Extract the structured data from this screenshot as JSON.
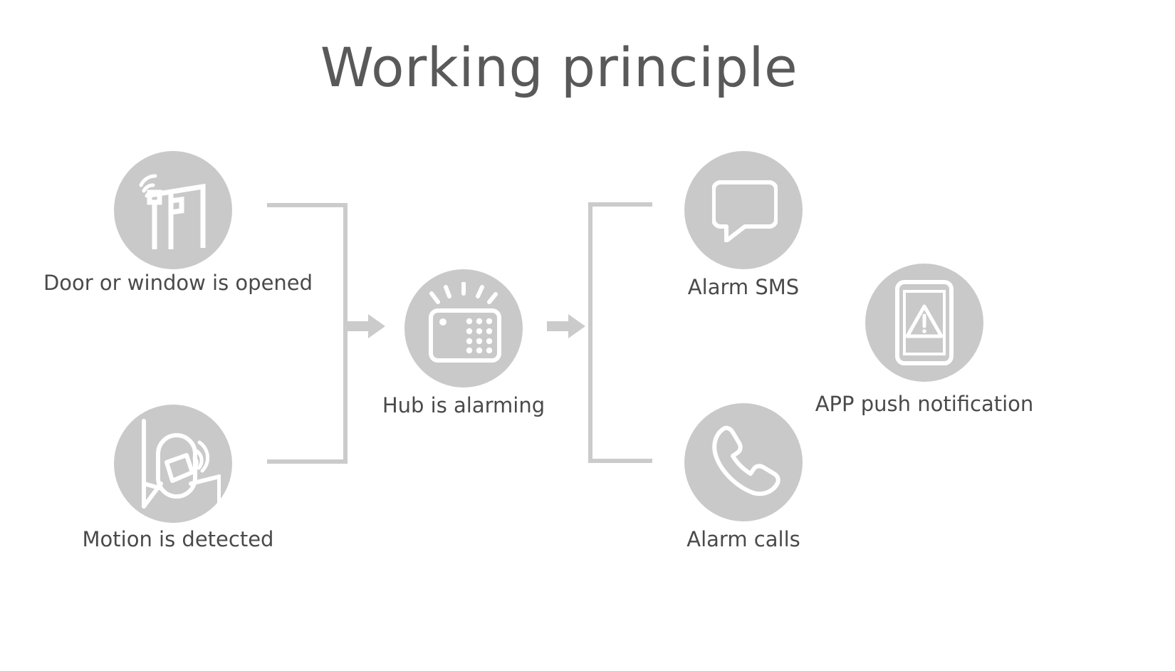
{
  "page": {
    "title": "Working principle",
    "background_color": "#ffffff",
    "circle_color": "#c9c9c9",
    "icon_color": "#ffffff",
    "connector_color": "#cbcbcb",
    "title_color": "#595959",
    "label_color": "#4a4a4a"
  },
  "diagram": {
    "type": "flow",
    "inputs": [
      {
        "id": "door-window",
        "label": "Door or window is opened",
        "icon": "door-window-sensor-icon"
      },
      {
        "id": "motion",
        "label": "Motion is detected",
        "icon": "motion-sensor-icon"
      }
    ],
    "center": {
      "id": "hub",
      "label": "Hub is alarming",
      "icon": "alarm-hub-icon"
    },
    "outputs": [
      {
        "id": "sms",
        "label": "Alarm SMS",
        "icon": "speech-bubble-icon"
      },
      {
        "id": "calls",
        "label": "Alarm calls",
        "icon": "phone-handset-icon"
      },
      {
        "id": "app",
        "label": "APP push notification",
        "icon": "phone-warning-icon"
      }
    ],
    "connectors": {
      "left_bracket": "merge-bracket-left",
      "right_bracket": "split-bracket-right",
      "arrow_in": "arrow-right-into-hub",
      "arrow_out": "arrow-right-out-of-hub"
    }
  }
}
